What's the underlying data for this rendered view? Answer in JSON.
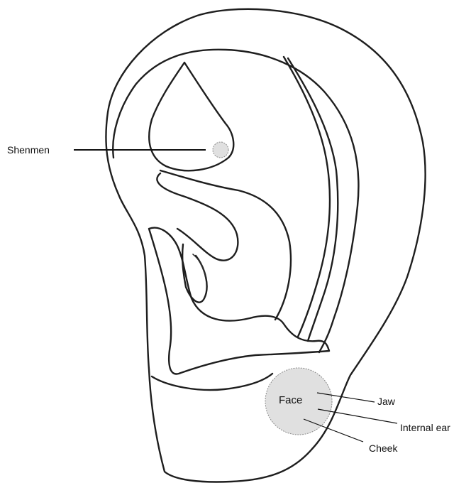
{
  "labels": {
    "shenmen": "Shenmen",
    "face": "Face",
    "jaw": "Jaw",
    "internal_ear": "Internal ear",
    "cheek": "Cheek"
  },
  "colors": {
    "point_fill": "#e0e0e0",
    "point_stroke": "#8a8a8a",
    "outline": "#1e1e1e"
  }
}
